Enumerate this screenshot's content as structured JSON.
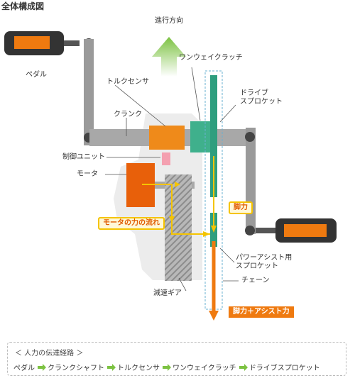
{
  "page_title": "全体構成図",
  "labels": {
    "direction": "進行方向",
    "one_way_clutch": "ワンウェイクラッチ",
    "drive_sprocket": [
      "ドライブ",
      "スプロケット"
    ],
    "pedal": "ペダル",
    "torque_sensor": "トルクセンサ",
    "crank": "クランク",
    "control_unit": "制御ユニット",
    "motor": "モータ",
    "motor_force_flow": "モータの力の流れ",
    "leg_force": "脚力",
    "power_assist_sprocket": [
      "パワーアシスト用",
      "スプロケット"
    ],
    "chain": "チェーン",
    "reduction_gear": "減速ギア",
    "leg_plus_assist": "脚力＋アシスト力"
  },
  "route": {
    "title": "＜ 人力の伝達経路 ＞",
    "steps": [
      "ペダル",
      "クランクシャフト",
      "トルクセンサ",
      "ワンウェイクラッチ",
      "ドライブスプロケット"
    ]
  },
  "colors": {
    "orange": "#ef7a10",
    "yellow_flow": "#f5c400",
    "teal": "#2e9e7e",
    "green_arrow": "#7cc242",
    "gray_part": "#9a9a9a",
    "pink_unit": "#f4a0b0"
  },
  "icons": {
    "direction_arrow": "up-arrow-icon",
    "route_arrow": "right-arrow-icon"
  }
}
